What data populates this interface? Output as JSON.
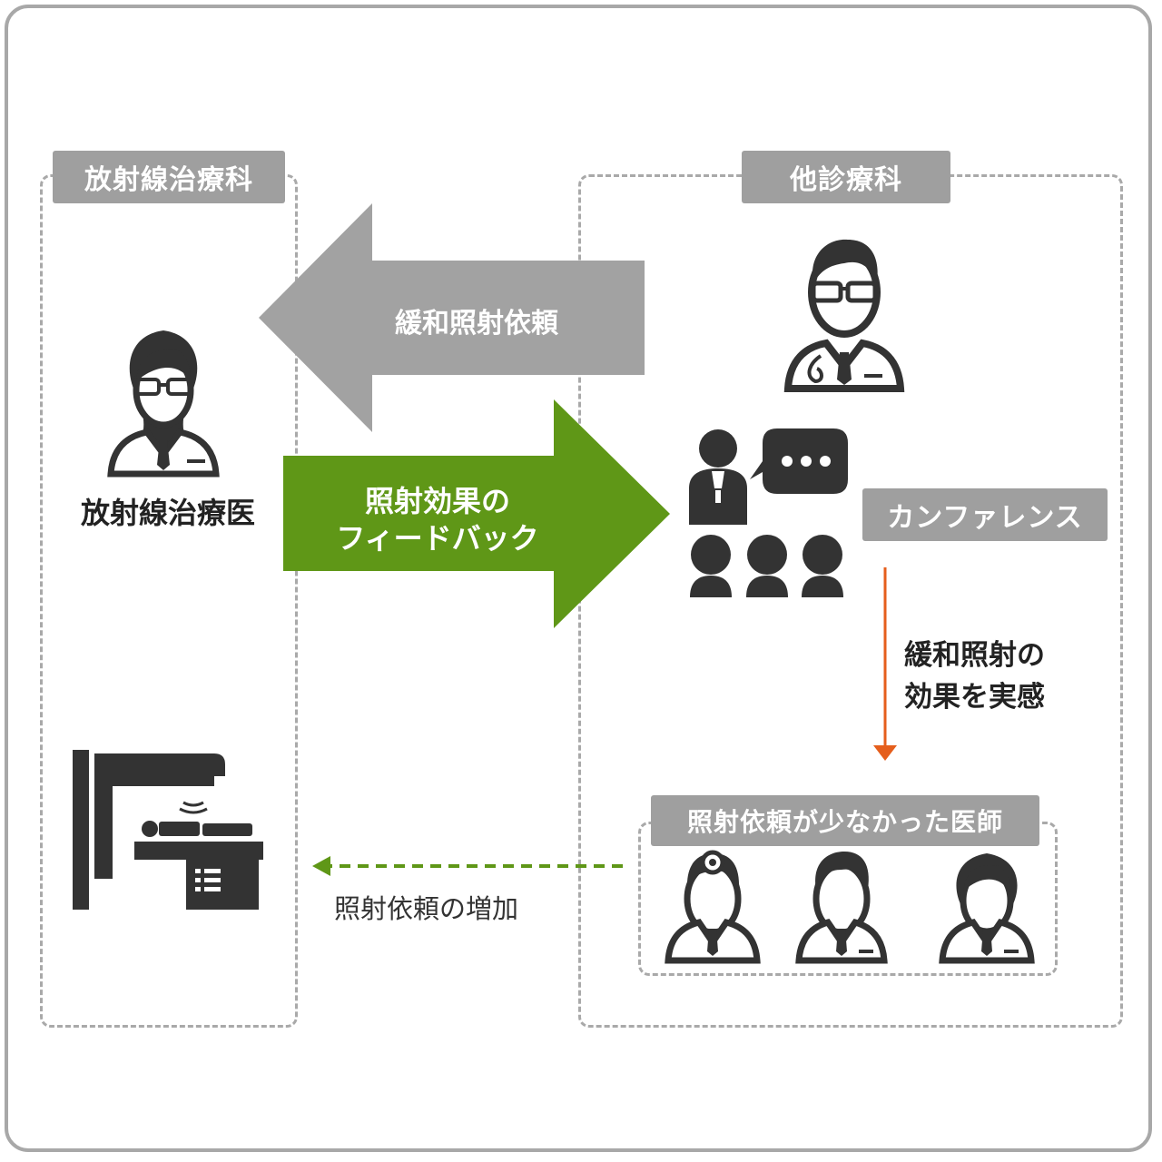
{
  "left_section": {
    "label": "放射線治療科",
    "doctor_label": "放射線治療医"
  },
  "right_section": {
    "label": "他診療科",
    "conference_label": "カンファレンス",
    "effect_note": [
      "緩和照射の",
      "効果を実感"
    ],
    "low_request_doctors_label": "照射依頼が少なかった医師"
  },
  "arrows": {
    "request": "緩和照射依頼",
    "feedback": [
      "照射効果の",
      "フィードバック"
    ],
    "increase": "照射依頼の増加"
  },
  "colors": {
    "gray": "#a2a2a2",
    "green": "#5f9717",
    "orange": "#e55e1c",
    "icon": "#333333"
  },
  "icons": [
    "female-doctor-icon",
    "male-doctor-icon",
    "conference-icon",
    "speech-bubble-icon",
    "radiotherapy-machine-icon",
    "headlamp-doctor-icon",
    "male-doctor-icon",
    "female-doctor-icon"
  ]
}
